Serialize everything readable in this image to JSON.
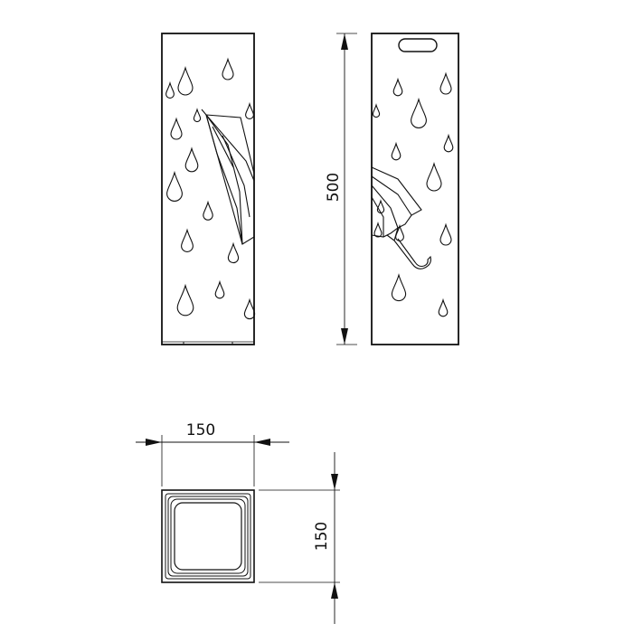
{
  "dimensions": {
    "height": "500",
    "width": "150",
    "depth": "150"
  },
  "colors": {
    "line": "#111111",
    "background": "#ffffff"
  },
  "drops_front": [
    [
      205,
      97,
      1.0
    ],
    [
      252,
      82,
      0.75
    ],
    [
      195,
      148,
      0.75
    ],
    [
      212,
      183,
      0.85
    ],
    [
      193,
      214,
      1.05
    ],
    [
      230,
      238,
      0.65
    ],
    [
      207,
      272,
      0.8
    ],
    [
      258,
      285,
      0.7
    ],
    [
      276,
      127,
      0.55
    ],
    [
      243,
      325,
      0.6
    ],
    [
      205,
      340,
      1.1
    ],
    [
      276,
      347,
      0.7
    ],
    [
      188,
      104,
      0.55
    ],
    [
      218,
      131,
      0.45
    ]
  ],
  "drops_side": [
    [
      493,
      98,
      0.75
    ],
    [
      440,
      101,
      0.6
    ],
    [
      463,
      133,
      1.05
    ],
    [
      416,
      126,
      0.45
    ],
    [
      496,
      163,
      0.6
    ],
    [
      438,
      172,
      0.6
    ],
    [
      480,
      203,
      1.0
    ],
    [
      421,
      232,
      0.45
    ],
    [
      442,
      262,
      0.55
    ],
    [
      493,
      265,
      0.75
    ],
    [
      441,
      325,
      0.95
    ],
    [
      490,
      345,
      0.6
    ],
    [
      418,
      258,
      0.5
    ]
  ]
}
